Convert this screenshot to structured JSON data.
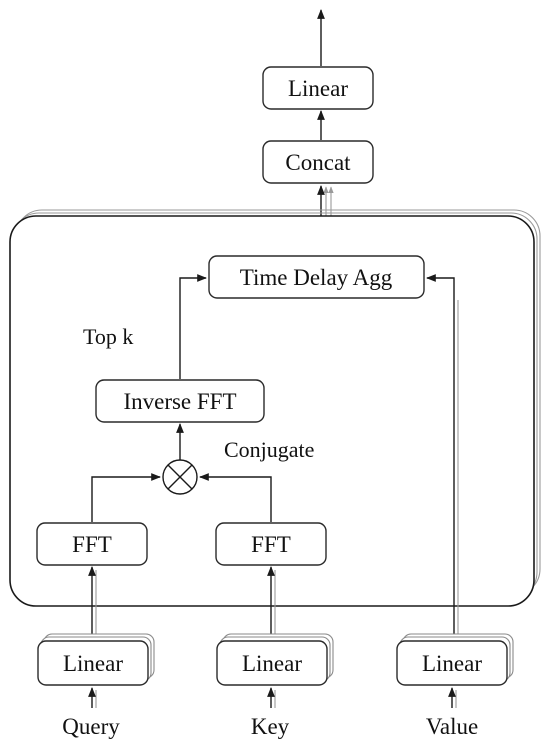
{
  "nodes": {
    "linear_top": "Linear",
    "concat": "Concat",
    "time_delay_agg": "Time Delay Agg",
    "inverse_fft": "Inverse FFT",
    "fft_query": "FFT",
    "fft_key": "FFT",
    "linear_query": "Linear",
    "linear_key": "Linear",
    "linear_value": "Linear"
  },
  "labels": {
    "top_k": "Top k",
    "conjugate": "Conjugate"
  },
  "inputs": {
    "query": "Query",
    "key": "Key",
    "value": "Value"
  }
}
